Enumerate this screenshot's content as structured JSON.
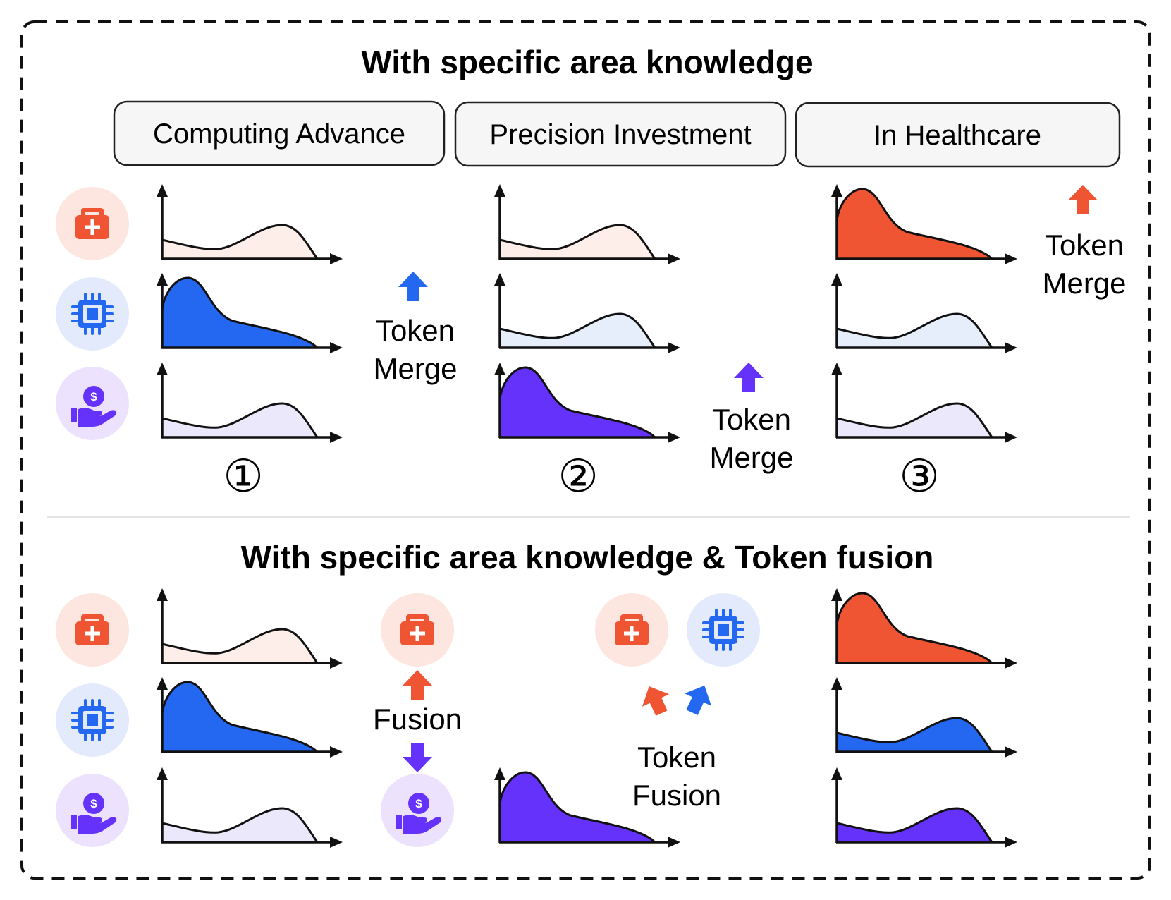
{
  "colors": {
    "health": "#f05533",
    "compute": "#2468f2",
    "finance": "#6432fa",
    "health_bg": "#fde6df",
    "compute_bg": "#e3eafc",
    "finance_bg": "#ece2fd",
    "health_fill_light": "#fdeee9",
    "compute_fill_light": "#e6eefb",
    "finance_fill_light": "#ece8fb",
    "border": "#111111",
    "divider": "#e4e4e4",
    "box_bg": "#f6f6f6"
  },
  "icons": {
    "health": "first-aid-kit-icon",
    "compute": "cpu-chip-icon",
    "finance": "dollar-hand-icon"
  },
  "top": {
    "title": "With specific area knowledge",
    "boxes": [
      "Computing Advance",
      "Precision Investment",
      "In Healthcare"
    ],
    "steps": [
      "①",
      "②",
      "③"
    ],
    "merge_label_line1": "Token",
    "merge_label_line2": "Merge"
  },
  "bottom": {
    "title": "With specific area knowledge & Token fusion",
    "fusion_label": "Fusion",
    "token_fusion_line1": "Token",
    "token_fusion_line2": "Fusion"
  }
}
